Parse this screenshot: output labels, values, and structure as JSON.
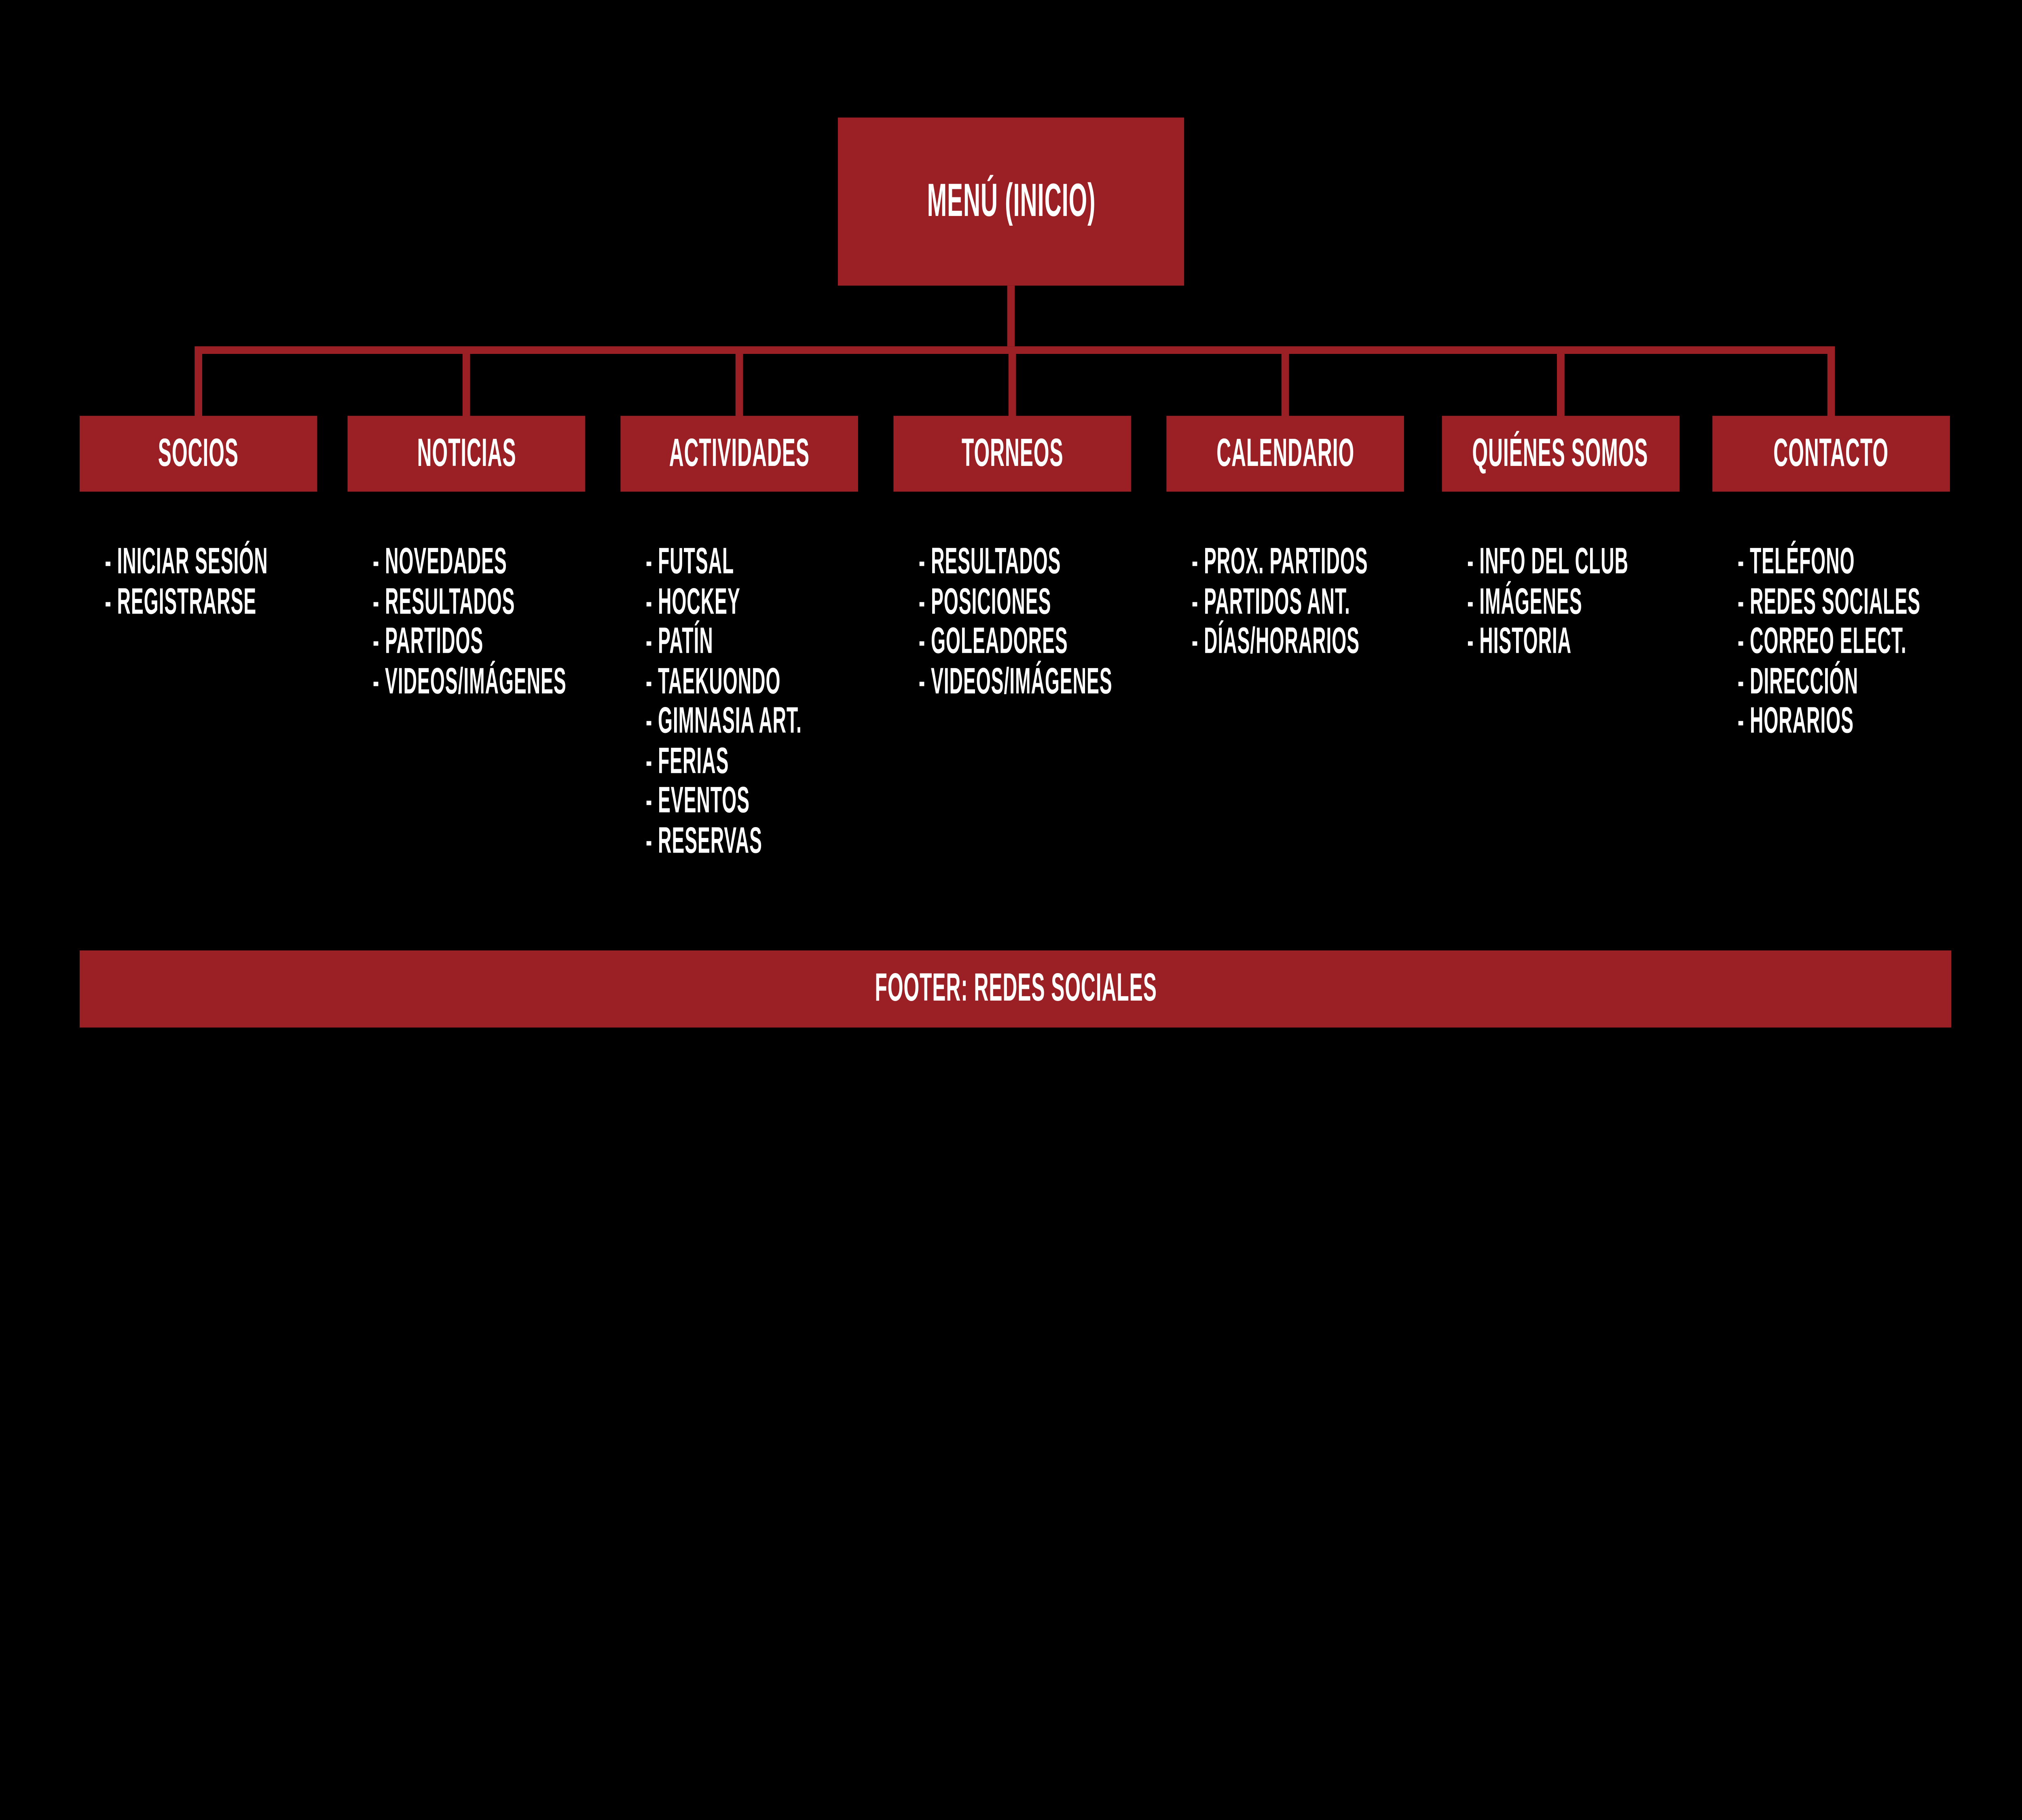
{
  "palette": {
    "background": "#000000",
    "node_red": "#9A2025",
    "text_white": "#FFFFFF"
  },
  "root": {
    "label": "MENÚ (INICIO)"
  },
  "branches": [
    {
      "label": "SOCIOS",
      "items": [
        "- INICIAR SESIÓN",
        "- REGISTRARSE"
      ]
    },
    {
      "label": "NOTICIAS",
      "items": [
        "- NOVEDADES",
        "- RESULTADOS",
        "- PARTIDOS",
        "- VIDEOS/IMÁGENES"
      ]
    },
    {
      "label": "ACTIVIDADES",
      "items": [
        "- FUTSAL",
        "- HOCKEY",
        "- PATÍN",
        "- TAEKUONDO",
        "- GIMNASIA ART.",
        "- FERIAS",
        "- EVENTOS",
        "- RESERVAS"
      ]
    },
    {
      "label": "TORNEOS",
      "items": [
        "- RESULTADOS",
        "- POSICIONES",
        "- GOLEADORES",
        "- VIDEOS/IMÁGENES"
      ]
    },
    {
      "label": "CALENDARIO",
      "items": [
        "- PROX. PARTIDOS",
        "- PARTIDOS ANT.",
        "- DÍAS/HORARIOS"
      ]
    },
    {
      "label": "QUIÉNES SOMOS",
      "items": [
        "- INFO DEL CLUB",
        "- IMÁGENES",
        "- HISTORIA"
      ]
    },
    {
      "label": "CONTACTO",
      "items": [
        "- TELÉFONO",
        "- REDES SOCIALES",
        "- CORREO ELECT.",
        "- DIRECCIÓN",
        "- HORARIOS"
      ]
    }
  ],
  "footer": {
    "label": "FOOTER: REDES SOCIALES"
  }
}
